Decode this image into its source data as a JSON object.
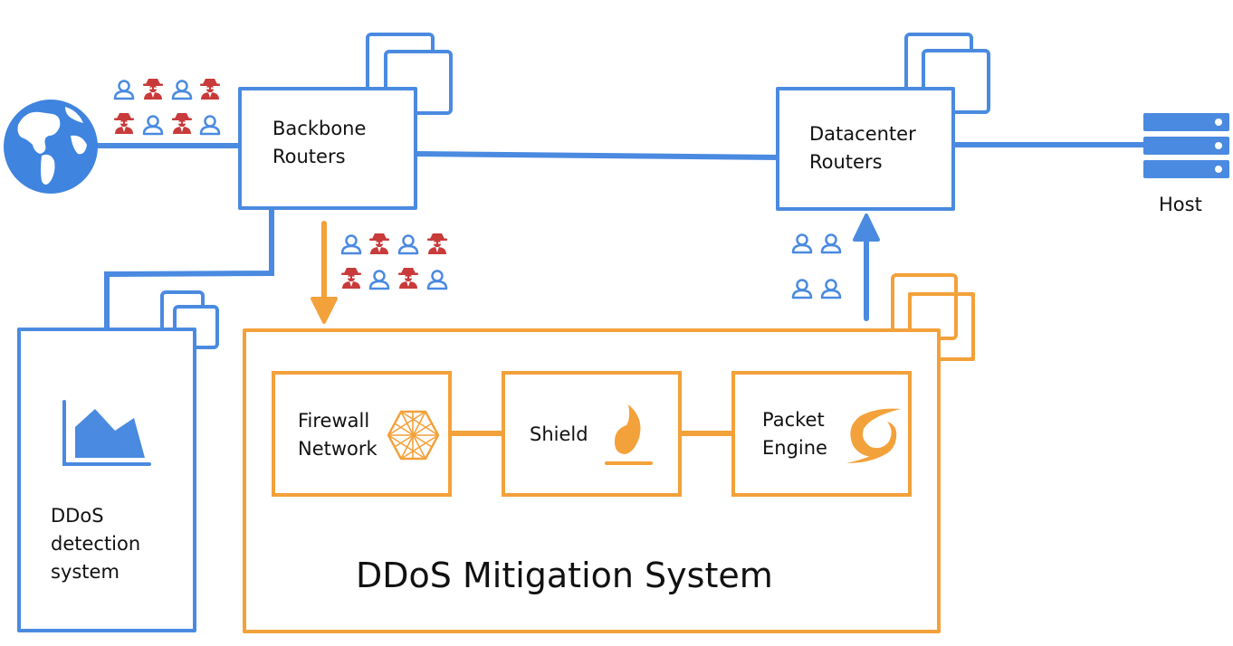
{
  "nodes": {
    "backbone": {
      "line1": "Backbone",
      "line2": "Routers"
    },
    "datacenter": {
      "line1": "Datacenter",
      "line2": "Routers"
    },
    "host": {
      "label": "Host"
    },
    "detection": {
      "line1": "DDoS",
      "line2": "detection",
      "line3": "system"
    },
    "mitigation": {
      "title": "DDoS Mitigation System"
    },
    "firewall": {
      "line1": "Firewall",
      "line2": "Network"
    },
    "shield": {
      "label": "Shield"
    },
    "packet_engine": {
      "line1": "Packet",
      "line2": "Engine"
    }
  },
  "colors": {
    "blue": "#4a8ae0",
    "orange": "#f3a13a",
    "red": "#c93a3a",
    "globe": "#3f84de"
  },
  "icons": {
    "internet": "globe-icon",
    "host": "server-rack-icon",
    "detection": "area-chart-icon",
    "firewall": "hexagon-mesh-icon",
    "shield": "flame-icon",
    "packet_engine": "swirl-icon",
    "user": "user-icon",
    "attacker": "spy-icon"
  }
}
